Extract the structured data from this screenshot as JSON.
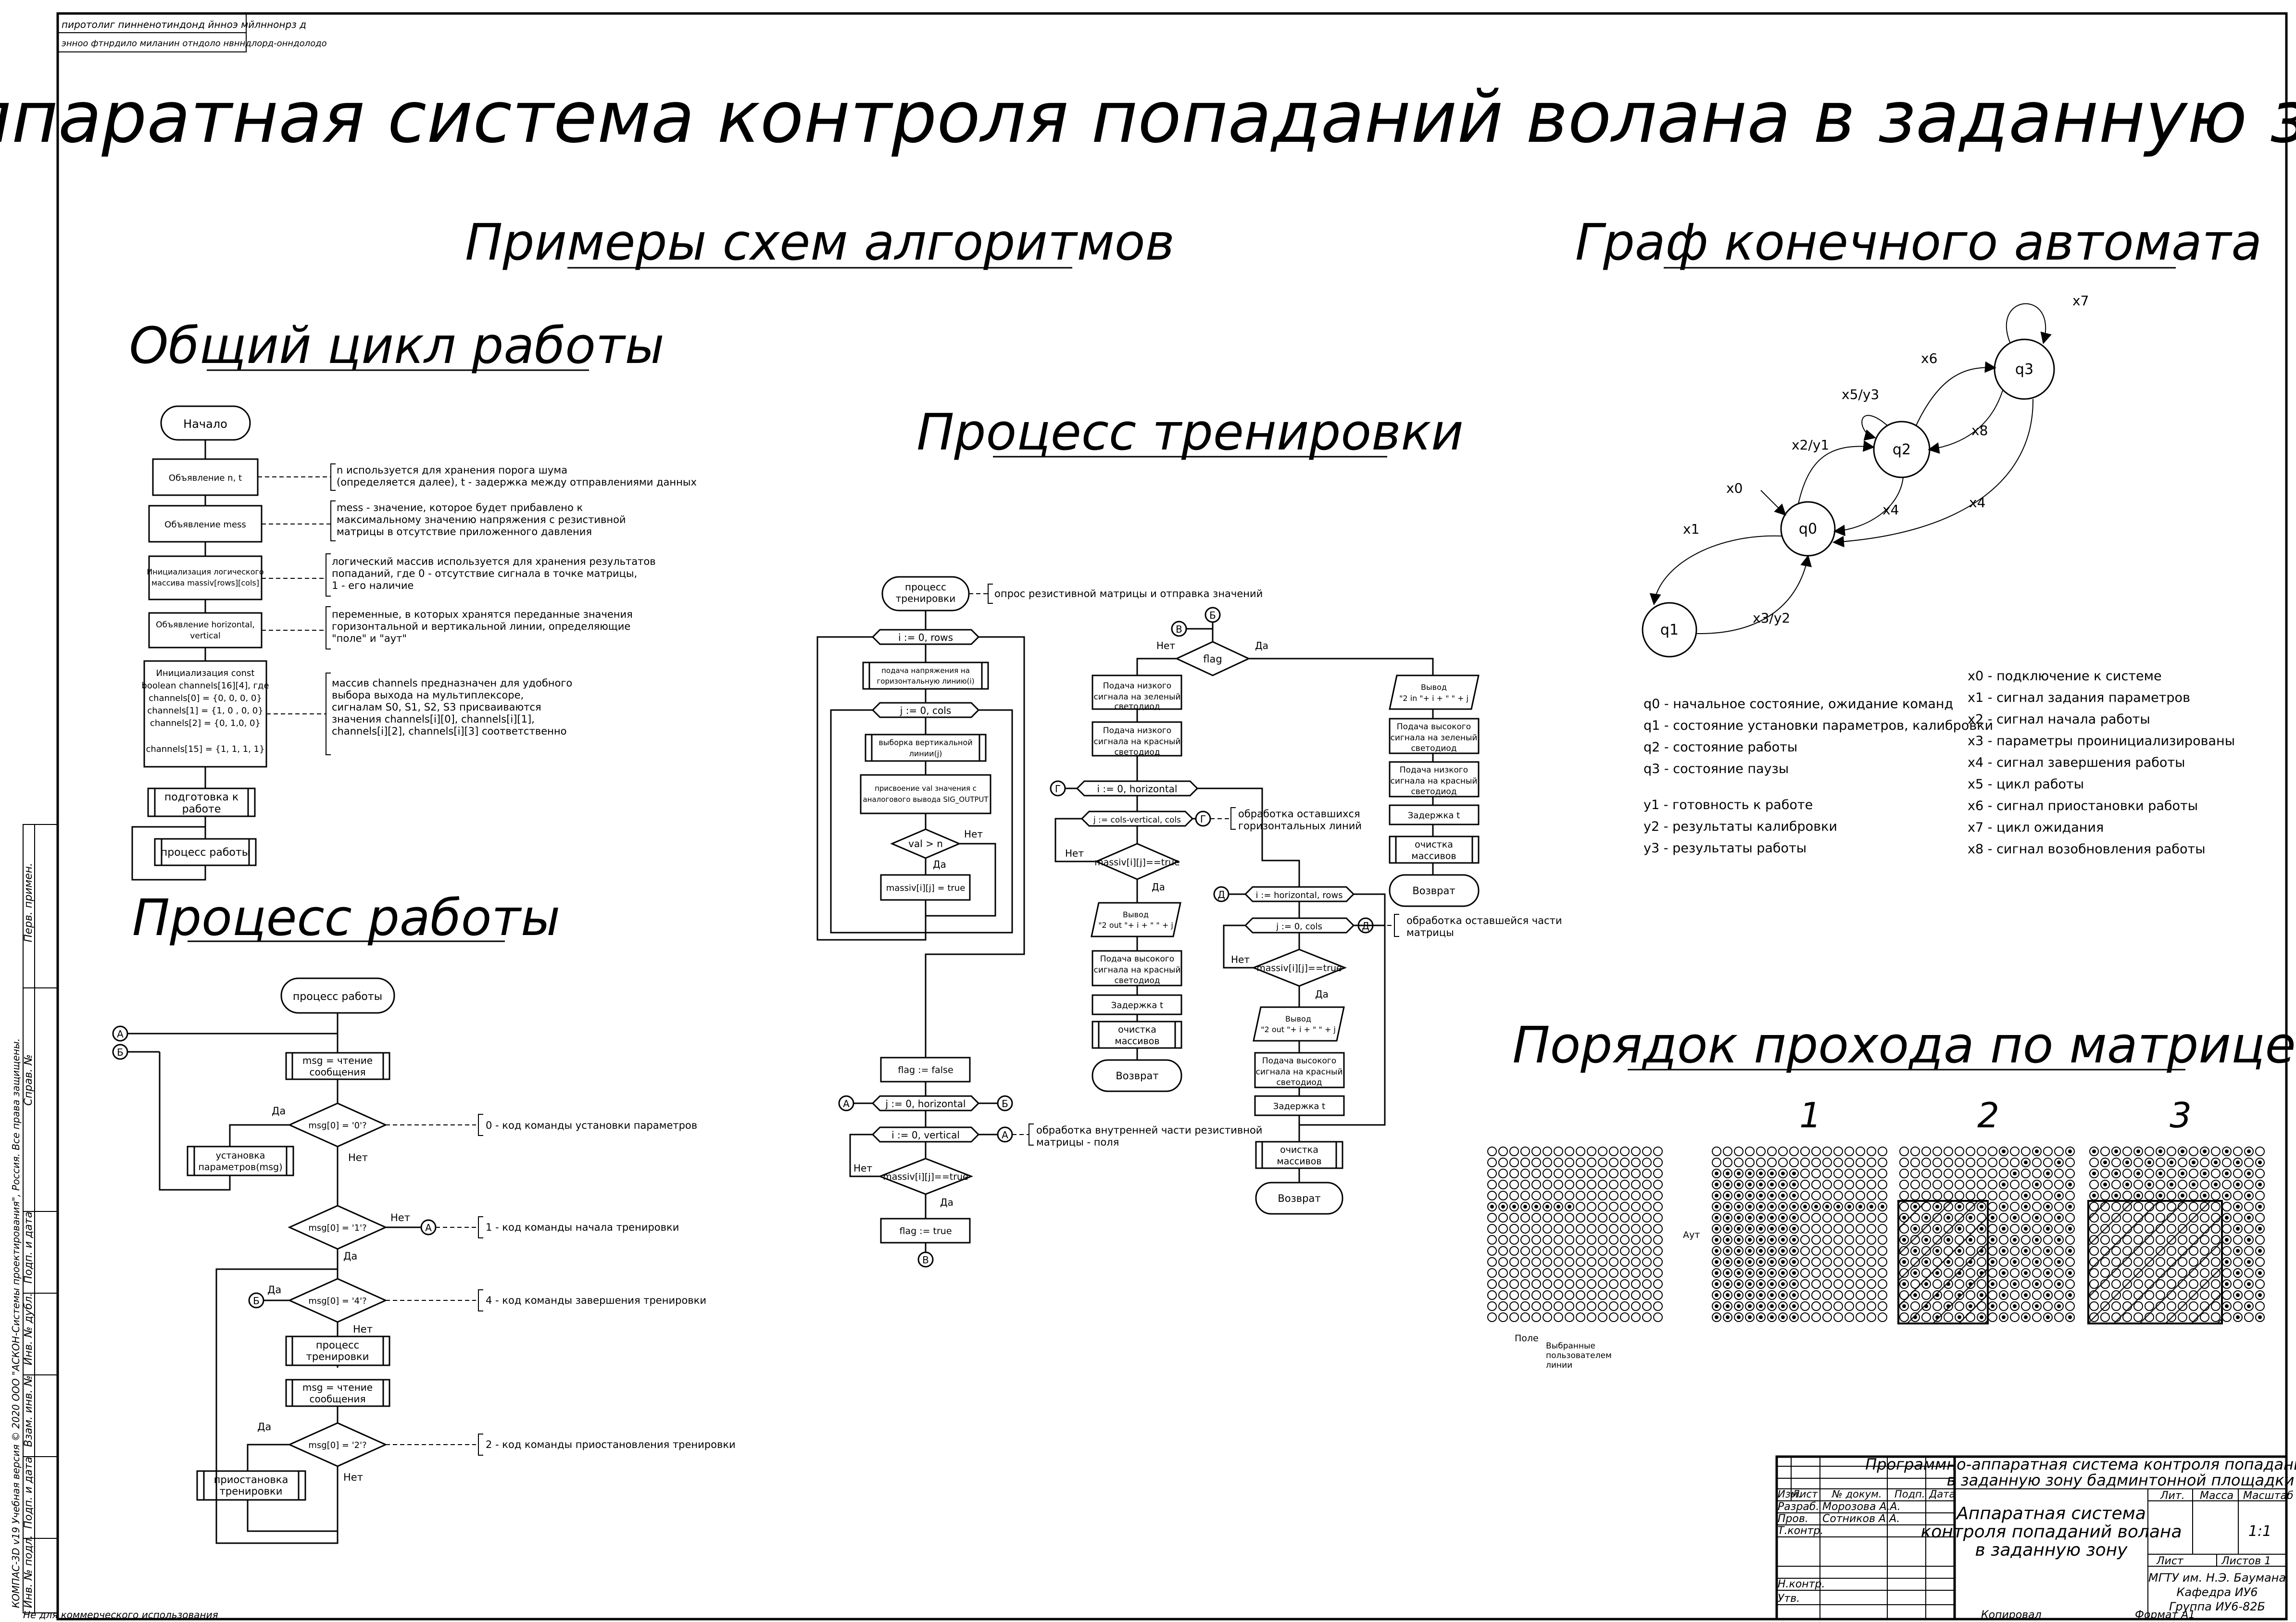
{
  "page": {
    "main_title": "Аппаратная система контроля попаданий волана в заданную зону",
    "corner_stamp": [
      "пиротолиг пинненотиндонд йнноэ мйлннонрз д",
      "энноо фтнрдило миланин отндоло нвнндлорд-онндолодо"
    ],
    "left_strip": [
      "КОМПАС-3D v19 Учебная версия © 2020 ООО \"АСКОН-Системы проектирования\", Россия. Все права защищены.",
      "Не для коммерческого использования"
    ],
    "left_strip_cells": [
      "Перв. примен.",
      "Справ. №",
      "Подп. и дата",
      "Инв. № дубл.",
      "Взам. инв. №",
      "Подп. и дата",
      "Инв. № подл."
    ],
    "bottom_left": "Не для коммерческого использования",
    "bottom_copy": "Копировал",
    "bottom_format": "Формат   А1"
  },
  "sections": {
    "algo_examples": "Примеры схем алгоритмов",
    "fsm_graph": "Граф конечного автомата",
    "general_cycle": "Общий цикл работы",
    "training": "Процесс тренировки",
    "work_process": "Процесс работы",
    "matrix_order": "Порядок прохода по матрице"
  },
  "general_cycle": {
    "start": "Начало",
    "blocks": [
      "Объявление n, t",
      "Объявление mess",
      "Инициализация логического массива massiv[rows][cols]",
      "Объявление horizontal, vertical",
      "Инициализация const boolean channels[16][4], где channels[0] = {0, 0, 0, 0}\nchannels[1] = {1, 0 , 0, 0}\nchannels[2] = {0, 1,0, 0}\n\nchannels[15] = {1, 1, 1, 1}",
      "подготовка к работе",
      "процесс работы"
    ],
    "notes": [
      "n используется для хранения порога шума\n(определяется далее), t - задержка между отправлениями данных",
      "mess - значение, которое будет прибавлено к\nмаксимальному значению напряжения с резистивной\nматрицы в отсутствие приложенного давления",
      "логический массив используется для хранения результатов\nпопаданий, где 0 - отсутствие сигнала в точке матрицы,\n1 - его наличие",
      "переменные, в которых хранятся переданные значения\nгоризонтальной и вертикальной линии, определяющие\n\"поле\" и \"аут\"",
      "массив channels предназначен для удобного\nвыбора выхода на мультиплексоре,\nсигналам S0, S1, S2, S3 присваиваются\nзначения channels[i][0], channels[i][1],\nchannels[i][2], channels[i][3] соответственно"
    ]
  },
  "work_process": {
    "start": "процесс работы",
    "connectors": [
      "А",
      "Б"
    ],
    "read": "msg = чтение сообщения",
    "cond0": "msg[0] = '0'?",
    "setup": "установка параметров(msg)",
    "cond1": "msg[0] = '1'?",
    "cond4": "msg[0] = '4'?",
    "training": "процесс тренировки",
    "read2": "msg = чтение сообщения",
    "cond2": "msg[0] = '2'?",
    "pause": "приостановка тренировки",
    "yes": "Да",
    "no": "Нет",
    "notes": [
      "0 - код команды установки параметров",
      "1 - код команды начала тренировки",
      "4 - код команды завершения тренировки",
      "2 - код команды приостановления тренировки"
    ]
  },
  "training": {
    "start": "процесс тренировки",
    "start_note": "опрос резистивной матрицы и отправка значений",
    "loop_rows": "i := 0, rows",
    "apply_voltage": "подача напряжения на горизонтальную линию(i)",
    "loop_cols": "j := 0, cols",
    "select_vertical": "выборка вертикальной линии(j)",
    "assign_val": "присвоение val значения с аналогового вывода SIG_OUTPUT",
    "cond_val": "val > n",
    "set_true": "massiv[i][j] = true",
    "flag_false": "flag := false",
    "loop_j_horizontal": "j := 0, horizontal",
    "loop_i_vertical": "i := 0, vertical",
    "cond_massiv": "massiv[i][j]==true",
    "flag_true": "flag := true",
    "inner_note": "обработка внутренней части резистивной\nматрицы - поля",
    "flag": "flag",
    "no_branch": [
      "Подача низкого сигнала на зеленый светодиод",
      "Подача низкого сигнала на красный светодиод",
      "i := 0, horizontal",
      "j := cols-vertical, cols",
      "massiv[i][j]==true",
      "Вывод \"2 out \"+ i + \" \" + j",
      "Подача высокого сигнала на красный светодиод",
      "Задержка t",
      "очистка массивов",
      "Возврат"
    ],
    "mid_note": "обработка оставшихся\nгоризонтальных линий",
    "mid_branch": [
      "i := horizontal, rows",
      "j := 0, cols",
      "massiv[i][j]==true",
      "Вывод \"2 out \"+ i + \" \" + j",
      "Подача высокого сигнала на красный светодиод",
      "Задержка t",
      "очистка массивов",
      "Возврат"
    ],
    "right_note": "обработка оставшейся части\nматрицы",
    "yes_branch": [
      "Вывод \"2 in \"+ i + \" \" + j",
      "Подача высокого сигнала на зеленый светодиод",
      "Подача низкого сигнала на красный светодиод",
      "Задержка t",
      "очистка массивов",
      "Возврат"
    ],
    "connectors": [
      "А",
      "Б",
      "В",
      "Г",
      "Д"
    ],
    "yes": "Да",
    "no": "Нет"
  },
  "fsm": {
    "states": [
      "q0",
      "q1",
      "q2",
      "q3"
    ],
    "edges": [
      "x0",
      "x1",
      "x2/y1",
      "x3/y2",
      "x4",
      "x4",
      "x5/y3",
      "x6",
      "x7",
      "x8"
    ],
    "states_legend": [
      "q0 - начальное состояние, ожидание команд",
      "q1 - состояние установки параметров, калибровки",
      "q2 - состояние работы",
      "q3 - состояние паузы"
    ],
    "outputs_legend": [
      "y1 - готовность к работе",
      "y2 - результаты калибровки",
      "y3 - результаты работы"
    ],
    "inputs_legend": [
      "x0 - подключение к системе",
      "x1 - сигнал задания параметров",
      "x2 - сигнал начала работы",
      "x3 - параметры проинициализированы",
      "x4 - сигнал завершения работы",
      "x5 - цикл работы",
      "x6 - сигнал приостановки работы",
      "x7 - цикл ожидания",
      "x8 - сигнал возобновления работы"
    ]
  },
  "matrix": {
    "labels": [
      "1",
      "2",
      "3"
    ],
    "aut": "Аут",
    "field": "Поле",
    "selected": "Выбранные пользователем линии"
  },
  "title_block": {
    "doc_title": "Программно-аппаратная система контроля попаданий волана в заданную зону бадминтонной площадки",
    "product_name": "Аппаратная система контроля попаданий волана в заданную зону",
    "cols": [
      "Изм.",
      "Лист",
      "№ докум.",
      "Подп.",
      "Дата"
    ],
    "rows": [
      [
        "Разраб.",
        "Морозова А.А."
      ],
      [
        "Пров.",
        "Сотников А.А."
      ],
      [
        "Т.контр.",
        ""
      ],
      [
        "",
        ""
      ],
      [
        "Н.контр.",
        ""
      ],
      [
        "Утв.",
        ""
      ]
    ],
    "lit": "Лит.",
    "mass": "Масса",
    "scale": "Масштаб",
    "scale_value": "1:1",
    "sheet": "Лист",
    "sheets": "Листов    1",
    "org": [
      "МГТУ им. Н.Э. Баумана",
      "Кафедра ИУ6",
      "Группа ИУ6-82Б"
    ]
  }
}
